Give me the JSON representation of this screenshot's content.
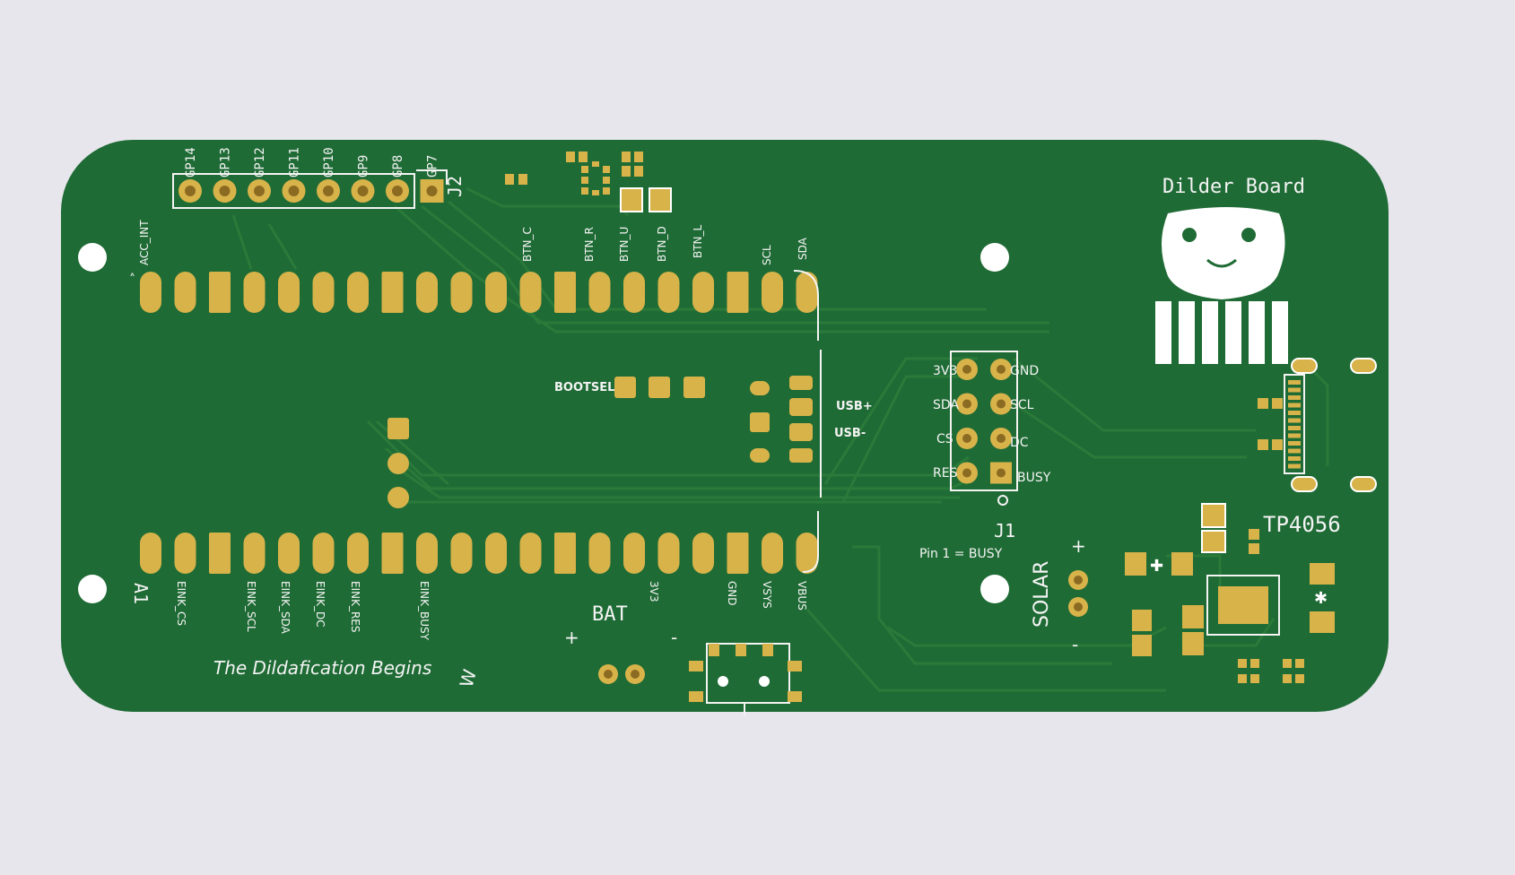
{
  "board": {
    "title": "Dilder Board",
    "tagline": "The Dildafication Begins",
    "designator_main": "A1",
    "colors": {
      "background": "#e7e6ec",
      "pcb": "#1f6b35",
      "copper": "#d8b34a",
      "silkscreen": "#f4f4f4"
    }
  },
  "header_j2": {
    "designator": "J2",
    "pins": [
      "GP14",
      "GP13",
      "GP12",
      "GP11",
      "GP10",
      "GP9",
      "GP8",
      "GP7"
    ]
  },
  "pico_top_labels": [
    "ACC_INT",
    "BTN_C",
    "BTN_R",
    "BTN_U",
    "BTN_D",
    "BTN_L",
    "SCL",
    "SDA"
  ],
  "pico_bottom_labels": [
    "EINK_CS",
    "EINK_SCL",
    "EINK_SDA",
    "EINK_DC",
    "EINK_RES",
    "EINK_BUSY",
    "3V3",
    "GND",
    "VSYS",
    "VBUS"
  ],
  "pico_side": {
    "bootsel": "BOOTSEL",
    "usb_plus": "USB+",
    "usb_minus": "USB-"
  },
  "header_j1": {
    "designator": "J1",
    "left_labels": [
      "3V3",
      "SDA",
      "CS",
      "RES"
    ],
    "right_labels": [
      "GND",
      "SCL",
      "DC",
      "BUSY"
    ],
    "note": "Pin 1 = BUSY"
  },
  "battery": {
    "label": "BAT",
    "plus": "+",
    "minus": "-"
  },
  "solar": {
    "label": "SOLAR",
    "plus": "+",
    "minus": "-"
  },
  "charger": {
    "label": "TP4056"
  },
  "misc_marks": {
    "w_mark": "W"
  }
}
